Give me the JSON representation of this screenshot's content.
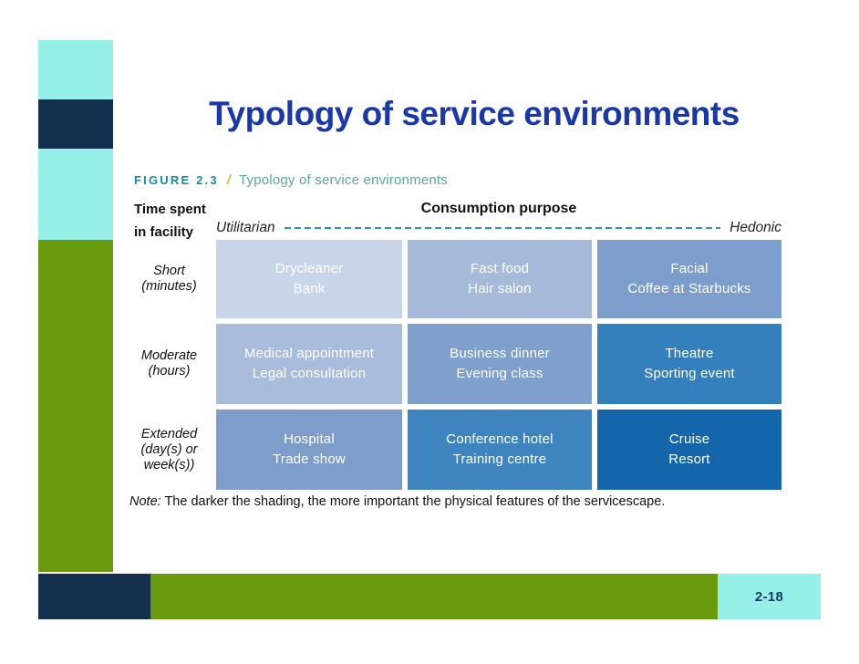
{
  "slide": {
    "title": "Typology of service environments",
    "page_number": "2-18"
  },
  "colors": {
    "cyan": "#97f0e8",
    "navy": "#15304f",
    "green": "#6a9b0e",
    "title_blue": "#1a38a8",
    "figure_label_teal": "#0d8ea3",
    "slash_yellow_green": "#b2cb35",
    "caption_green": "#5ba98c",
    "dash_teal": "#2e97a5",
    "page_number_navy": "#12395e"
  },
  "figure": {
    "label": "FIGURE 2.3",
    "separator": "/",
    "caption": "Typology of service environments",
    "row_axis_title_line1": "Time spent",
    "row_axis_title_line2": "in facility",
    "column_axis_title": "Consumption purpose",
    "axis_left": "Utilitarian",
    "axis_right": "Hedonic",
    "note_label": "Note:",
    "note_text": "The darker the shading, the more important the physical features of the servicescape."
  },
  "matrix": {
    "rows": [
      {
        "label_lines": [
          "Short",
          "(minutes)"
        ],
        "cells": [
          {
            "lines": [
              "Drycleaner",
              "Bank"
            ],
            "color": "#c9d6ea"
          },
          {
            "lines": [
              "Fast food",
              "Hair salon"
            ],
            "color": "#a6bada"
          },
          {
            "lines": [
              "Facial",
              "Coffee at Starbucks"
            ],
            "color": "#7d9dcc"
          }
        ]
      },
      {
        "label_lines": [
          "Moderate",
          "(hours)"
        ],
        "cells": [
          {
            "lines": [
              "Medical appointment",
              "Legal consultation"
            ],
            "color": "#a9bcdb"
          },
          {
            "lines": [
              "Business dinner",
              "Evening class"
            ],
            "color": "#7f9fcc"
          },
          {
            "lines": [
              "Theatre",
              "Sporting event"
            ],
            "color": "#3380bc"
          }
        ]
      },
      {
        "label_lines": [
          "Extended",
          "(day(s) or",
          "week(s))"
        ],
        "cells": [
          {
            "lines": [
              "Hospital",
              "Trade show"
            ],
            "color": "#7e9dca"
          },
          {
            "lines": [
              "Conference hotel",
              "Training centre"
            ],
            "color": "#3e85bf"
          },
          {
            "lines": [
              "Cruise",
              "Resort"
            ],
            "color": "#1366aa"
          }
        ]
      }
    ]
  }
}
